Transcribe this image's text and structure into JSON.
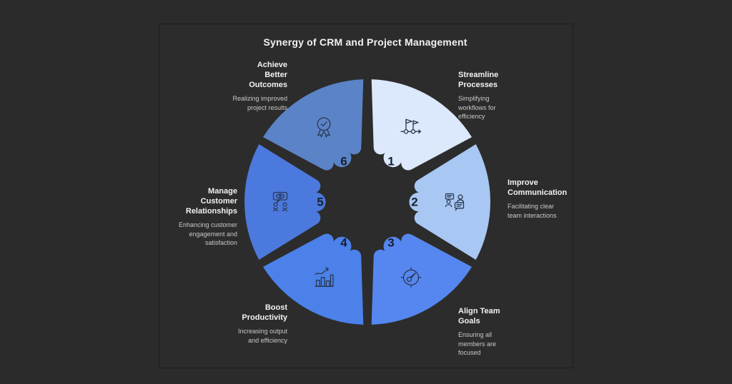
{
  "title": "Synergy of CRM and Project Management",
  "theme": {
    "background": "#2b2b2b",
    "panel_fill": "#2c2c2c",
    "title_color": "#f2f2f2",
    "heading_color": "#f2f2f2",
    "description_color": "#c9c9c9",
    "number_color": "#16202e",
    "icon_stroke": "#2a3950"
  },
  "wheel": {
    "segments": [
      {
        "number": "1",
        "label": "Streamline\nProcesses",
        "description": "Simplifying\nworkflows for\nefficiency",
        "color": "#dce8fb",
        "icon": "milestone-flags-icon"
      },
      {
        "number": "2",
        "label": "Improve\nCommunication",
        "description": "Facilitating clear\nteam interactions",
        "color": "#a9c7f3",
        "icon": "conversation-icon"
      },
      {
        "number": "3",
        "label": "Align Team\nGoals",
        "description": "Ensuring all\nmembers are\nfocused",
        "color": "#5687f0",
        "icon": "compass-icon"
      },
      {
        "number": "4",
        "label": "Boost\nProductivity",
        "description": "Increasing output\nand efficiency",
        "color": "#4b81e9",
        "icon": "growth-chart-icon"
      },
      {
        "number": "5",
        "label": "Manage\nCustomer\nRelationships",
        "description": "Enhancing customer\nengagement and\nsatisfaction",
        "color": "#4c79de",
        "icon": "customer-engagement-icon"
      },
      {
        "number": "6",
        "label": "Achieve\nBetter\nOutcomes",
        "description": "Realizing improved\nproject results",
        "color": "#5b83c7",
        "icon": "award-icon"
      }
    ]
  }
}
